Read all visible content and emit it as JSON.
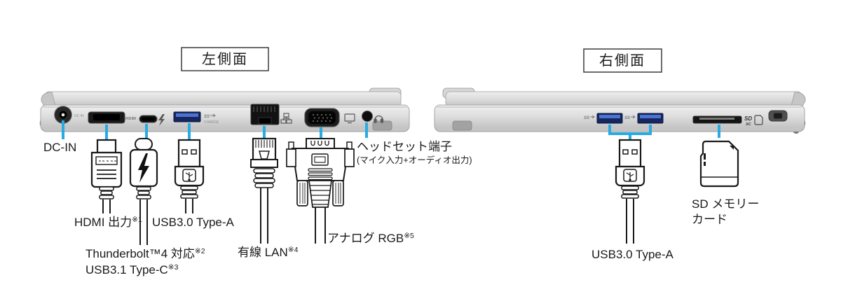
{
  "section_titles": {
    "left": "左側面",
    "right": "右側面"
  },
  "left_side": {
    "dc_in_label": "DC-IN",
    "hdmi": {
      "label": "HDMI 出力",
      "note": "※1"
    },
    "usb_a_label": "USB3.0 Type-A",
    "thunderbolt": {
      "label": "Thunderbolt™4 対応",
      "note": "※2"
    },
    "usb_c": {
      "label": "USB3.1 Type-C",
      "note": "※3"
    },
    "lan": {
      "label": "有線 LAN",
      "note": "※4"
    },
    "analog_rgb": {
      "label": "アナログ RGB",
      "note": "※5"
    },
    "headset": {
      "label": "ヘッドセット端子",
      "sub_label": "(マイク入力+オーディオ出力)"
    }
  },
  "right_side": {
    "usb_a_label": "USB3.0 Type-A",
    "sd_card": {
      "line1": "SD メモリー",
      "line2": "カード"
    }
  },
  "port_markings": {
    "dc_in": "DC IN",
    "hdmi": "HDMI",
    "ss": "SS",
    "charge": "CHARGE",
    "sd_logo_top": "SD",
    "sd_logo_bottom": "XC"
  },
  "colors": {
    "callout_line": "#29abe2",
    "usb_port_blue": "#16265e",
    "usb_tongue_blue": "#4a74cf",
    "outline": "#1a1a1a",
    "laptop_gray": "#d9d9d9"
  }
}
